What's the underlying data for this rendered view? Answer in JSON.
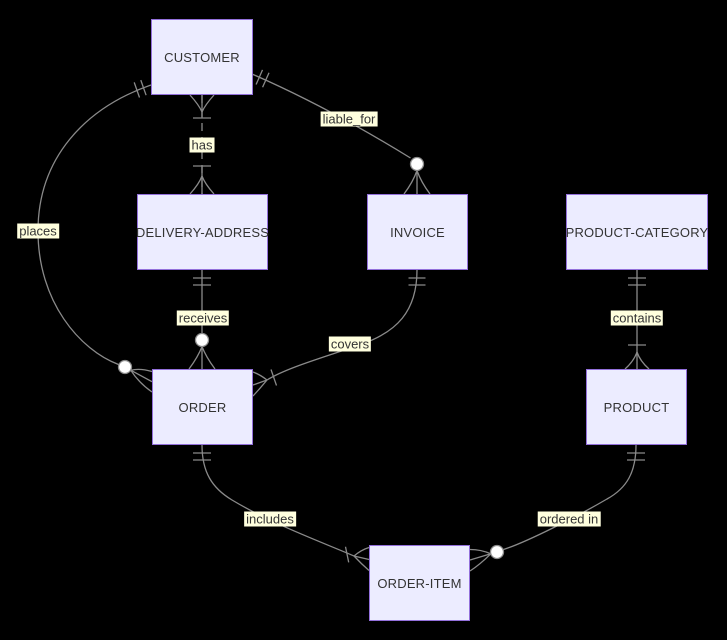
{
  "diagram": {
    "kind": "entity-relationship-diagram",
    "colors": {
      "background": "#000000",
      "entity_fill": "#ECECFF",
      "entity_border": "#9370DB",
      "entity_text": "#333333",
      "relationship_line": "#8a8a8a",
      "label_background": "#ffffde",
      "label_text": "#333333",
      "marker_circle_fill": "#ffffff"
    },
    "entities": [
      {
        "name": "CUSTOMER"
      },
      {
        "name": "DELIVERY-ADDRESS"
      },
      {
        "name": "INVOICE"
      },
      {
        "name": "PRODUCT-CATEGORY"
      },
      {
        "name": "ORDER"
      },
      {
        "name": "PRODUCT"
      },
      {
        "name": "ORDER-ITEM"
      }
    ],
    "relationships": [
      {
        "from": "CUSTOMER",
        "to": "DELIVERY-ADDRESS",
        "label": "has",
        "from_cardinality": "one-or-more",
        "to_cardinality": "one-or-more",
        "line_style": "dashed"
      },
      {
        "from": "CUSTOMER",
        "to": "ORDER",
        "label": "places",
        "from_cardinality": "exactly-one",
        "to_cardinality": "zero-or-more",
        "line_style": "solid"
      },
      {
        "from": "CUSTOMER",
        "to": "INVOICE",
        "label": "liable_for",
        "from_cardinality": "exactly-one",
        "to_cardinality": "zero-or-more",
        "line_style": "solid"
      },
      {
        "from": "DELIVERY-ADDRESS",
        "to": "ORDER",
        "label": "receives",
        "from_cardinality": "exactly-one",
        "to_cardinality": "zero-or-more",
        "line_style": "solid"
      },
      {
        "from": "INVOICE",
        "to": "ORDER",
        "label": "covers",
        "from_cardinality": "exactly-one",
        "to_cardinality": "one-or-more",
        "line_style": "solid"
      },
      {
        "from": "PRODUCT-CATEGORY",
        "to": "PRODUCT",
        "label": "contains",
        "from_cardinality": "exactly-one",
        "to_cardinality": "one-or-more",
        "line_style": "solid"
      },
      {
        "from": "ORDER",
        "to": "ORDER-ITEM",
        "label": "includes",
        "from_cardinality": "exactly-one",
        "to_cardinality": "one-or-more",
        "line_style": "solid"
      },
      {
        "from": "PRODUCT",
        "to": "ORDER-ITEM",
        "label": "ordered in",
        "from_cardinality": "exactly-one",
        "to_cardinality": "zero-or-more",
        "line_style": "solid"
      }
    ]
  }
}
